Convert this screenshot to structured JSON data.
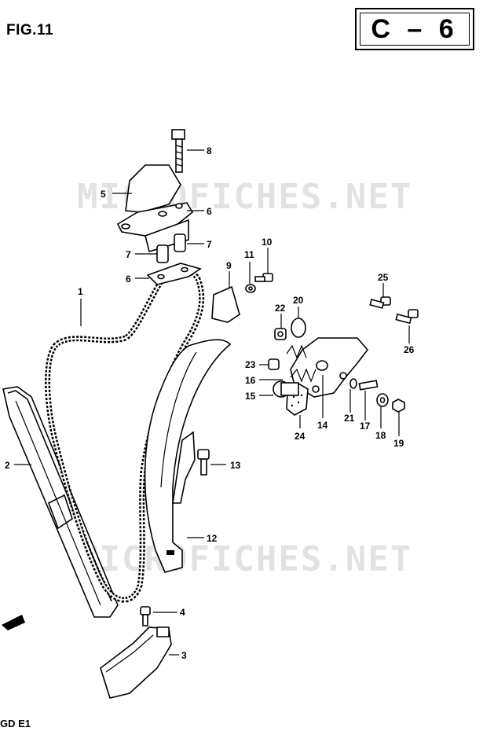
{
  "figure": {
    "label": "FIG.11",
    "code": "C – 6",
    "footer": "GD E1",
    "watermark": "MICROFICHES.NET"
  },
  "callouts": [
    {
      "id": "1",
      "number": "1"
    },
    {
      "id": "2",
      "number": "2"
    },
    {
      "id": "3",
      "number": "3"
    },
    {
      "id": "4",
      "number": "4"
    },
    {
      "id": "5",
      "number": "5"
    },
    {
      "id": "6a",
      "number": "6"
    },
    {
      "id": "6b",
      "number": "6"
    },
    {
      "id": "7a",
      "number": "7"
    },
    {
      "id": "7b",
      "number": "7"
    },
    {
      "id": "8",
      "number": "8"
    },
    {
      "id": "9",
      "number": "9"
    },
    {
      "id": "10",
      "number": "10"
    },
    {
      "id": "11",
      "number": "11"
    },
    {
      "id": "12",
      "number": "12"
    },
    {
      "id": "13",
      "number": "13"
    },
    {
      "id": "14",
      "number": "14"
    },
    {
      "id": "15",
      "number": "15"
    },
    {
      "id": "16",
      "number": "16"
    },
    {
      "id": "17",
      "number": "17"
    },
    {
      "id": "18",
      "number": "18"
    },
    {
      "id": "19",
      "number": "19"
    },
    {
      "id": "20",
      "number": "20"
    },
    {
      "id": "21",
      "number": "21"
    },
    {
      "id": "22",
      "number": "22"
    },
    {
      "id": "23",
      "number": "23"
    },
    {
      "id": "24",
      "number": "24"
    },
    {
      "id": "25",
      "number": "25"
    },
    {
      "id": "26",
      "number": "26"
    }
  ]
}
